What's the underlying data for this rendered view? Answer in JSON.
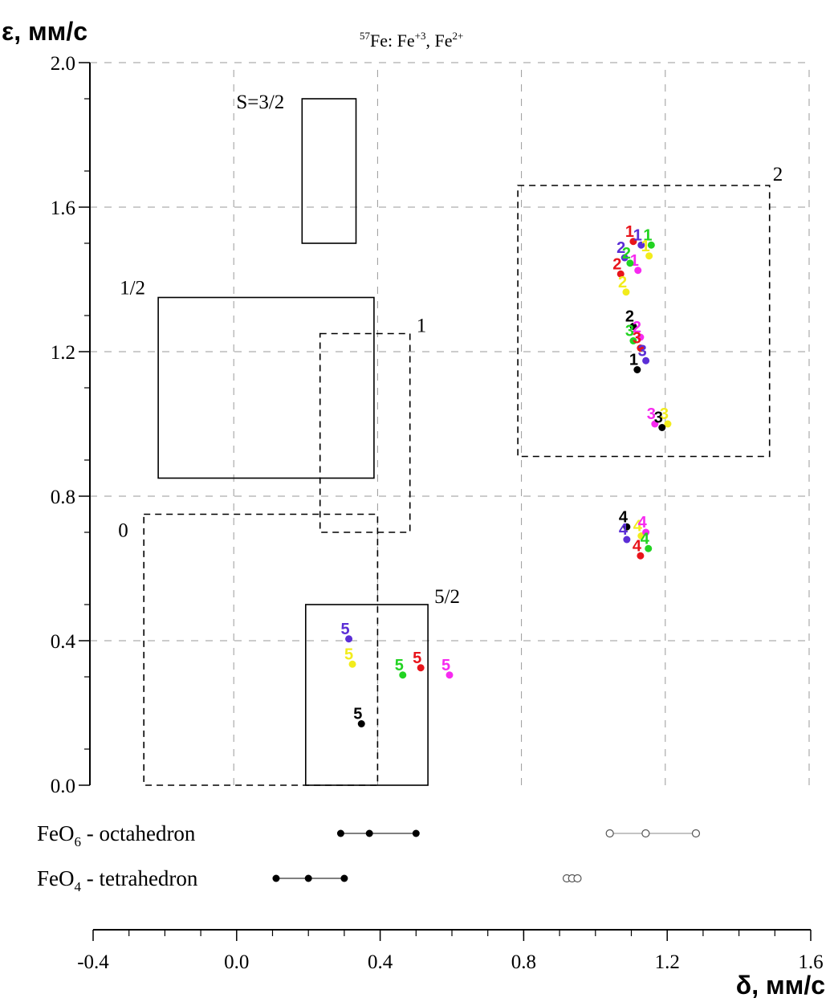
{
  "chart_data": {
    "type": "scatter",
    "title": "57Fe: Fe+3, Fe2+",
    "title_parts": {
      "sup1": "57",
      "a": "Fe: Fe",
      "sup2": "+3",
      "b": ", Fe",
      "sup3": "2+"
    },
    "xlabel": "δ, мм/с",
    "ylabel": "ε, мм/с",
    "xlim": [
      -0.4,
      1.6
    ],
    "ylim": [
      0.0,
      2.0
    ],
    "x_ticks": [
      "-0.4",
      "0.0",
      "0.4",
      "0.8",
      "1.2",
      "1.6"
    ],
    "y_ticks": [
      "0.0",
      "0.4",
      "0.8",
      "1.2",
      "1.6",
      "2.0"
    ],
    "grid": true,
    "colors": {
      "black": "#000000",
      "red": "#e8141b",
      "green": "#22d322",
      "blue": "#5b2ed6",
      "magenta": "#f72af0",
      "yellow": "#f2ec1c"
    },
    "regions": [
      {
        "label": "S=3/2",
        "style": "solid",
        "x": [
          0.19,
          0.34
        ],
        "y": [
          1.5,
          1.9
        ]
      },
      {
        "label": "1/2",
        "style": "solid",
        "x": [
          -0.21,
          0.39
        ],
        "y": [
          0.85,
          1.35
        ]
      },
      {
        "label": "1",
        "style": "dashed",
        "x": [
          0.24,
          0.49
        ],
        "y": [
          0.7,
          1.25
        ]
      },
      {
        "label": "0",
        "style": "dashed",
        "x": [
          -0.25,
          0.4
        ],
        "y": [
          0.0,
          0.75
        ]
      },
      {
        "label": "5/2",
        "style": "solid",
        "x": [
          0.2,
          0.54
        ],
        "y": [
          0.0,
          0.5
        ]
      },
      {
        "label": "2",
        "style": "dashed",
        "x": [
          0.79,
          1.49
        ],
        "y": [
          0.91,
          1.66
        ]
      }
    ],
    "points": [
      {
        "label": "1",
        "color": "red",
        "x": 1.111,
        "y": 1.505
      },
      {
        "label": "1",
        "color": "blue",
        "x": 1.133,
        "y": 1.495
      },
      {
        "label": "1",
        "color": "green",
        "x": 1.161,
        "y": 1.495
      },
      {
        "label": "1",
        "color": "yellow",
        "x": 1.155,
        "y": 1.465
      },
      {
        "label": "1",
        "color": "magenta",
        "x": 1.124,
        "y": 1.425
      },
      {
        "label": "2",
        "color": "blue",
        "x": 1.087,
        "y": 1.46
      },
      {
        "label": "2",
        "color": "green",
        "x": 1.102,
        "y": 1.445
      },
      {
        "label": "2",
        "color": "red",
        "x": 1.076,
        "y": 1.415
      },
      {
        "label": "2",
        "color": "yellow",
        "x": 1.091,
        "y": 1.365
      },
      {
        "label": "2",
        "color": "black",
        "x": 1.111,
        "y": 1.27
      },
      {
        "label": "2",
        "color": "magenta",
        "x": 1.131,
        "y": 1.24
      },
      {
        "label": "3",
        "color": "green",
        "x": 1.111,
        "y": 1.23
      },
      {
        "label": "3",
        "color": "red",
        "x": 1.131,
        "y": 1.21
      },
      {
        "label": "3",
        "color": "blue",
        "x": 1.146,
        "y": 1.175
      },
      {
        "label": "1",
        "color": "black",
        "x": 1.122,
        "y": 1.15
      },
      {
        "label": "3",
        "color": "magenta",
        "x": 1.171,
        "y": 1.0
      },
      {
        "label": "3",
        "color": "yellow",
        "x": 1.207,
        "y": 1.0
      },
      {
        "label": "3",
        "color": "black",
        "x": 1.191,
        "y": 0.99
      },
      {
        "label": "4",
        "color": "black",
        "x": 1.093,
        "y": 0.715
      },
      {
        "label": "4",
        "color": "yellow",
        "x": 1.133,
        "y": 0.69
      },
      {
        "label": "4",
        "color": "magenta",
        "x": 1.146,
        "y": 0.7
      },
      {
        "label": "4",
        "color": "blue",
        "x": 1.093,
        "y": 0.68
      },
      {
        "label": "4",
        "color": "green",
        "x": 1.153,
        "y": 0.655
      },
      {
        "label": "4",
        "color": "red",
        "x": 1.131,
        "y": 0.635
      },
      {
        "label": "5",
        "color": "blue",
        "x": 0.32,
        "y": 0.405
      },
      {
        "label": "5",
        "color": "yellow",
        "x": 0.33,
        "y": 0.335
      },
      {
        "label": "5",
        "color": "red",
        "x": 0.52,
        "y": 0.325
      },
      {
        "label": "5",
        "color": "green",
        "x": 0.47,
        "y": 0.305
      },
      {
        "label": "5",
        "color": "magenta",
        "x": 0.6,
        "y": 0.305
      },
      {
        "label": "5",
        "color": "black",
        "x": 0.355,
        "y": 0.17
      }
    ],
    "reference_rows": [
      {
        "label_pre": "FeO",
        "label_sub": "6",
        "label_post": " - octahedron",
        "filled": [
          0.29,
          0.37,
          0.5
        ],
        "open": [
          1.04,
          1.14,
          1.28
        ]
      },
      {
        "label_pre": "FeO",
        "label_sub": "4",
        "label_post": " - tetrahedron",
        "filled": [
          0.11,
          0.2,
          0.3
        ],
        "open": [
          0.92,
          0.935,
          0.95
        ]
      }
    ]
  }
}
